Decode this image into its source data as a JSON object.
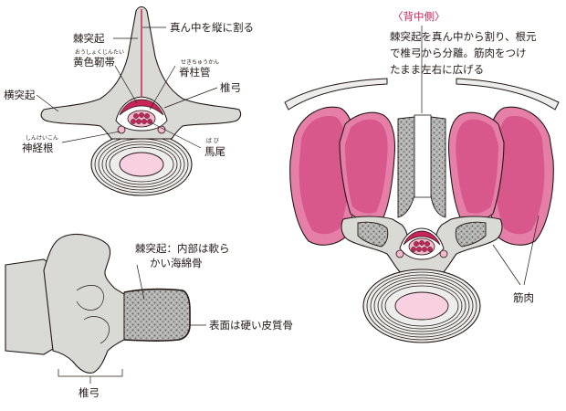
{
  "colors": {
    "accent": "#c8245a",
    "muscle": "#e57fa8",
    "bone": "#d9d9d6",
    "disc": "#f9d0df"
  },
  "top_view": {
    "labels": {
      "cut_line": "真ん中を縦に割る",
      "spinous": "棘突起",
      "flavum_ruby": "おうしょくじんたい",
      "flavum": "黄色靭帯",
      "canal_ruby": "せきちゅうかん",
      "canal": "脊柱管",
      "lamina": "椎弓",
      "transverse": "横突起",
      "nerve_ruby": "しんけいこん",
      "nerve": "神経根",
      "cauda_ruby": "ば び",
      "cauda": "馬尾"
    }
  },
  "side_view": {
    "labels": {
      "spinous_inner_1": "棘突起：内部は軟ら",
      "spinous_inner_2": "かい海綿骨",
      "surface": "表面は硬い皮質骨",
      "lamina": "椎弓"
    }
  },
  "back_view": {
    "labels": {
      "header": "〈背中側〉",
      "desc_1": "棘突起を真ん中から割り、根元",
      "desc_2": "で椎弓から分離。筋肉をつけ",
      "desc_3": "たまま左右に広げる",
      "muscle": "筋肉"
    }
  }
}
